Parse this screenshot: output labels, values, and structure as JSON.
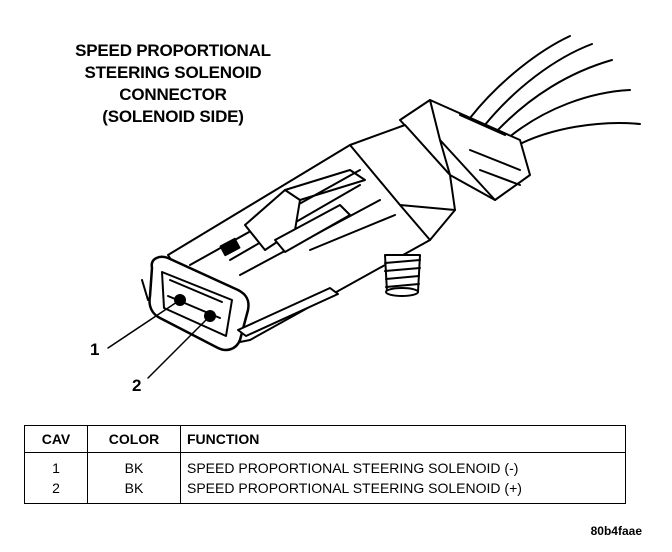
{
  "title": {
    "lines": [
      "SPEED PROPORTIONAL",
      "STEERING SOLENOID",
      "CONNECTOR",
      "(SOLENOID SIDE)"
    ]
  },
  "callouts": [
    "1",
    "2"
  ],
  "table": {
    "headers": {
      "cav": "CAV",
      "color": "COLOR",
      "function": "FUNCTION"
    },
    "rows": [
      {
        "cav": "1",
        "color": "BK",
        "function": "SPEED PROPORTIONAL STEERING SOLENOID (-)"
      },
      {
        "cav": "2",
        "color": "BK",
        "function": "SPEED PROPORTIONAL STEERING SOLENOID (+)"
      }
    ]
  },
  "figure_id": "80b4faae"
}
